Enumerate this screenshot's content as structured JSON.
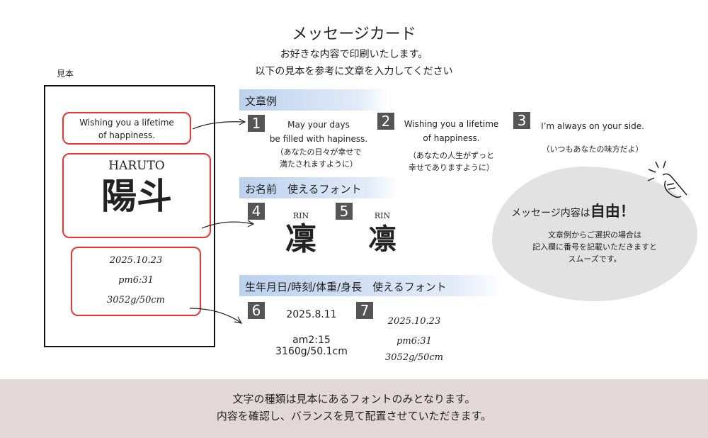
{
  "header": {
    "title": "メッセージカード",
    "line1": "お好きな内容で印刷いたします。",
    "line2": "以下の見本を参考に文章を入力してください"
  },
  "sample": {
    "label": "見本",
    "message": [
      "Wishing you a lifetime",
      "of happiness."
    ],
    "name_en": "HARUTO",
    "name_kanji": "陽斗",
    "date": "2025.10.23",
    "time": "pm6:31",
    "weight": "3052g/50cm"
  },
  "sections": {
    "messages": "文章例",
    "names": "お名前　使えるフォント",
    "birth": "生年月日/時刻/体重/身長　使えるフォント"
  },
  "examples": [
    {
      "num": "1",
      "en": [
        "May your days",
        "be filled with hapiness."
      ],
      "jp": [
        "（あなたの日々が幸せで",
        "満たされますように）"
      ]
    },
    {
      "num": "2",
      "en": [
        "Wishing you a lifetime",
        "of happiness."
      ],
      "jp": [
        "（あなたの人生がずっと",
        "幸せでありますように）"
      ]
    },
    {
      "num": "3",
      "en": [
        "I’m always on your side."
      ],
      "jp": [
        "（いつもあなたの味方だよ）"
      ]
    }
  ],
  "name_fonts": [
    {
      "num": "4",
      "en": "RIN",
      "kanji": "凜"
    },
    {
      "num": "5",
      "en": "RIN",
      "kanji": "凛"
    }
  ],
  "birth_fonts": [
    {
      "num": "6",
      "date": "2025.8.11",
      "time": "am2:15",
      "weight": "3160g/50.1cm"
    },
    {
      "num": "7",
      "date": "2025.10.23",
      "time": "pm6:31",
      "weight": "3052g/50cm"
    }
  ],
  "note": {
    "title": "メッセージ内容は",
    "emph": "自由！",
    "lines": [
      "文章例からご選択の場合は",
      "記入欄に番号を記載いただきますと",
      "スムーズです。"
    ]
  },
  "footer": [
    "文字の種類は見本にあるフォントのみとなります。",
    "内容を確認し、バランスを見て配置させていただきます。"
  ]
}
